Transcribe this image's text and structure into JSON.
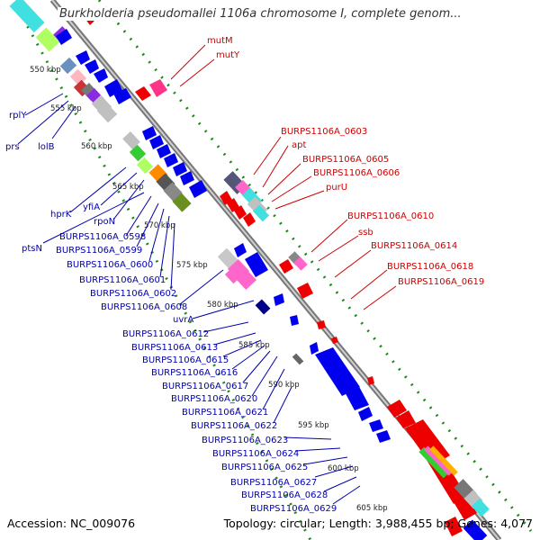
{
  "title": "Burkholderia pseudomallei 1106a chromosome I, complete genom...",
  "footer": {
    "accession": "Accession: NC_009076",
    "topology": "Topology: circular; Length: 3,988,455 bp; Genes: 4,077"
  },
  "colors": {
    "backbone": "#888888",
    "forward_label": "#cc0000",
    "reverse_label": "#0000aa",
    "tick_dots": "#1a8c1a",
    "kbp_label": "#222222"
  },
  "kbp_ticks": [
    "550 kbp",
    "555 kbp",
    "560 kbp",
    "565 kbp",
    "570 kbp",
    "575 kbp",
    "580 kbp",
    "585 kbp",
    "590 kbp",
    "595 kbp",
    "600 kbp",
    "605 kbp"
  ],
  "forward_genes": [
    "mutM",
    "mutY",
    "BURPS1106A_0603",
    "apt",
    "BURPS1106A_0605",
    "BURPS1106A_0606",
    "purU",
    "BURPS1106A_0610",
    "ssb",
    "BURPS1106A_0614",
    "BURPS1106A_0618",
    "BURPS1106A_0619"
  ],
  "reverse_genes": [
    "rplY",
    "prs",
    "lolB",
    "hprK",
    "yfiA",
    "rpoN",
    "ptsN",
    "BURPS1106A_0598",
    "BURPS1106A_0599",
    "BURPS1106A_0600",
    "BURPS1106A_0601",
    "BURPS1106A_0602",
    "BURPS1106A_0608",
    "uvrA",
    "BURPS1106A_0612",
    "BURPS1106A_0613",
    "BURPS1106A_0615",
    "BURPS1106A_0616",
    "BURPS1106A_0617",
    "BURPS1106A_0620",
    "BURPS1106A_0621",
    "BURPS1106A_0622",
    "BURPS1106A_0623",
    "BURPS1106A_0624",
    "BURPS1106A_0625",
    "BURPS1106A_0627",
    "BURPS1106A_0628",
    "BURPS1106A_0629"
  ]
}
